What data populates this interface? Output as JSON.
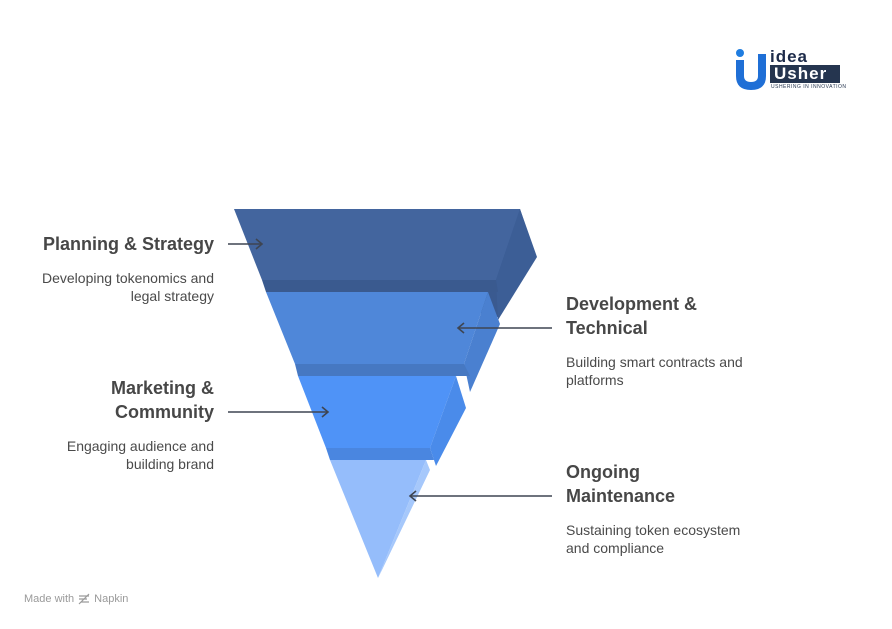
{
  "logo": {
    "idea": "idea",
    "usher": "Usher",
    "tagline": "USHERING IN INNOVATION"
  },
  "stages": [
    {
      "title": "Planning & Strategy",
      "description": "Developing tokenomics and legal strategy",
      "color": "#43659e"
    },
    {
      "title": "Development & Technical",
      "description": "Building smart contracts and platforms",
      "color": "#4f87d9"
    },
    {
      "title": "Marketing & Community",
      "description": "Engaging audience and building brand",
      "color": "#4f93f7"
    },
    {
      "title": "Ongoing Maintenance",
      "description": "Sustaining token ecosystem and compliance",
      "color": "#95bdfb"
    }
  ],
  "footer": {
    "made_with": "Made with",
    "brand": "Napkin"
  }
}
